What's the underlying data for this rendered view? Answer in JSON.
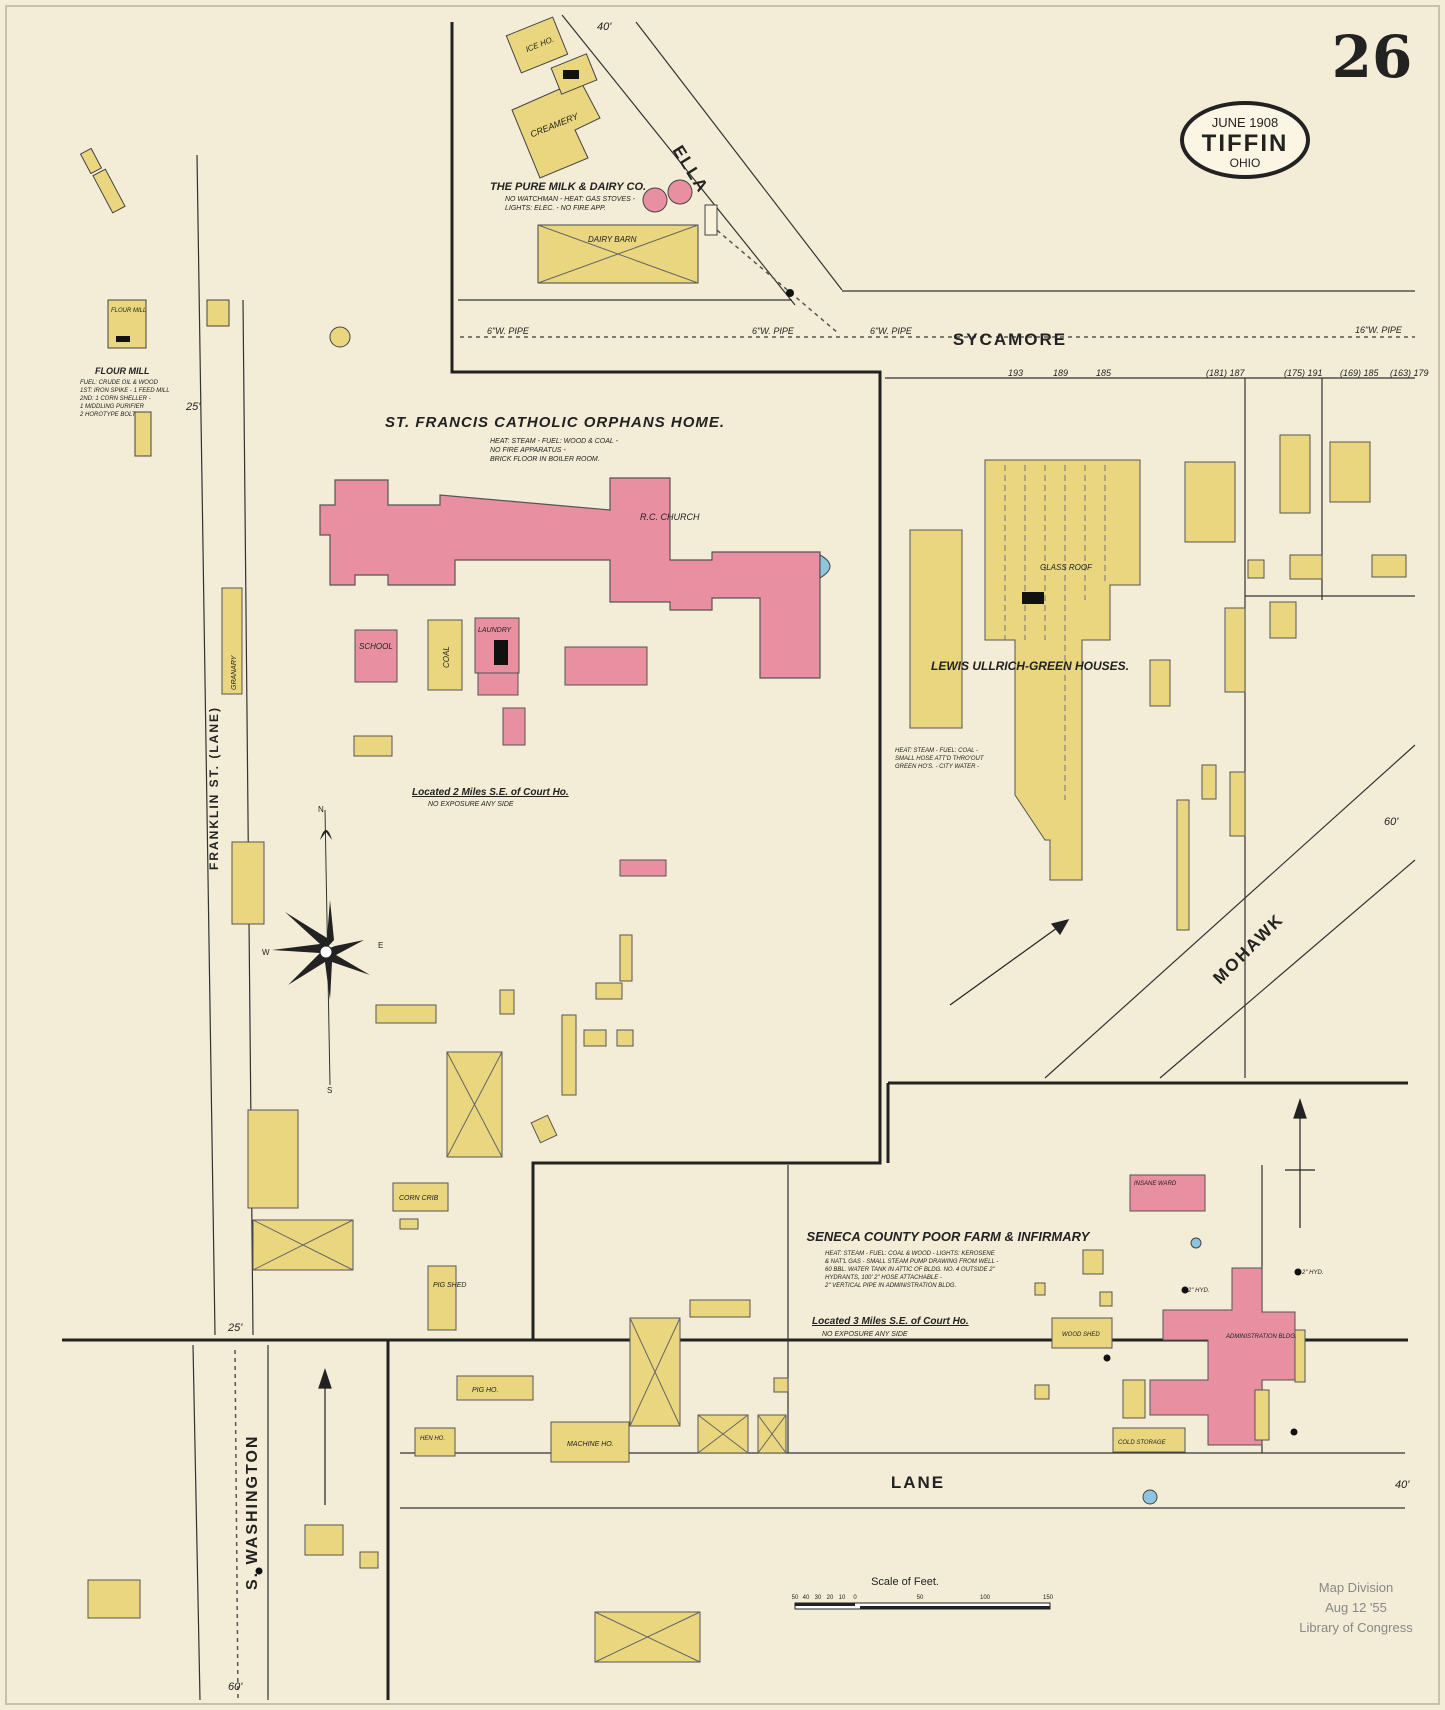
{
  "sheet": {
    "number": "26",
    "date": "JUNE 1908",
    "city": "TIFFIN",
    "state": "OHIO"
  },
  "streets": {
    "ella": "ELLA",
    "sycamore": "SYCAMORE",
    "mohawk": "MOHAWK",
    "lane": "LANE",
    "franklin": "FRANKLIN ST. (LANE)",
    "washington": "S. WASHINGTON"
  },
  "labels": {
    "orphans_home": "ST. FRANCIS CATHOLIC ORPHANS HOME.",
    "orphans_notes": [
      "HEAT: STEAM - FUEL: WOOD & COAL -",
      "NO FIRE APPARATUS -",
      "BRICK FLOOR IN BOILER ROOM."
    ],
    "orphans_located": "Located 2 Miles S.E. of Court Ho.",
    "orphans_exposure": "NO EXPOSURE ANY SIDE",
    "rc_church": "R.C. CHURCH",
    "school": "SCHOOL",
    "laundry": "LAUNDRY",
    "coal": "COAL",
    "granary": "GRANARY",
    "pig_shed": "PIG SHED",
    "corn_crib": "CORN CRIB",
    "greenhouses": "LEWIS ULLRICH-GREEN HOUSES.",
    "greenhouse_roof": "GLASS ROOF",
    "greenhouse_notes": [
      "HEAT: STEAM - FUEL: COAL -",
      "SMALL HOSE ATT'D THRO'OUT",
      "GREEN HO'S. - CITY WATER -"
    ],
    "dairy": "THE PURE MILK & DAIRY CO.",
    "dairy_notes": [
      "NO WATCHMAN - HEAT: GAS STOVES -",
      "LIGHTS: ELEC. - NO FIRE APP."
    ],
    "creamery": "CREAMERY",
    "ice_ho": "ICE HO.",
    "dairy_barn": "DAIRY BARN",
    "flour_mill": "FLOUR MILL",
    "flour_notes": [
      "FUEL: CRUDE OIL & WOOD",
      "1ST: IRON SPIKE - 1 FEED MILL",
      "2ND: 1 CORN SHELLER -",
      "1 MIDDLING PURIFIER",
      "2 HOROTYPE BOLTS"
    ],
    "poor_farm": "SENECA COUNTY POOR FARM & INFIRMARY",
    "poor_farm_notes": [
      "HEAT: STEAM - FUEL: COAL & WOOD - LIGHTS: KEROSENE",
      "& NAT'L GAS - SMALL STEAM PUMP DRAWING FROM WELL -",
      "60 BBL. WATER TANK IN ATTIC OF BLDG. NO. 4 OUTSIDE 2\"",
      "HYDRANTS, 100' 2\" HOSE ATTACHABLE -",
      "2\" VERTICAL PIPE IN ADMINISTRATION BLDG."
    ],
    "poor_located": "Located 3 Miles S.E. of Court Ho.",
    "poor_exposure": "NO EXPOSURE ANY SIDE",
    "administration": "ADMINISTRATION BLDG.",
    "insane_ward": "INSANE WARD",
    "wood_shed": "WOOD SHED",
    "cold_storage": "COLD STORAGE",
    "machine_ho": "MACHINE HO.",
    "pig_ho": "PIG HO.",
    "hen_ho": "HEN HO.",
    "pipe_6": "6\"W. PIPE",
    "pipe_16": "16\"W. PIPE",
    "hydrant": "2\" HYD.",
    "scale_title": "Scale of Feet.",
    "scale_ticks": [
      "50",
      "40",
      "30",
      "20",
      "10",
      "0",
      "50",
      "100",
      "150"
    ],
    "stamp": [
      "Map Division",
      "Aug 12 '55",
      "Library of Congress"
    ],
    "compass": [
      "N",
      "E",
      "S",
      "W"
    ],
    "house_numbers": [
      "193",
      "189",
      "185",
      "(181) 187",
      "(175) 191",
      "(169) 185",
      "(163) 179"
    ],
    "dims": [
      "40'",
      "25'",
      "60'",
      "40'",
      "25'",
      "60'"
    ]
  },
  "colors": {
    "paper": "#f3ecd6",
    "frame": "#1e1e1e",
    "frame_building": "#e9d67e",
    "brick": "#e88fa2",
    "stone_blue": "#8fc5dc"
  }
}
